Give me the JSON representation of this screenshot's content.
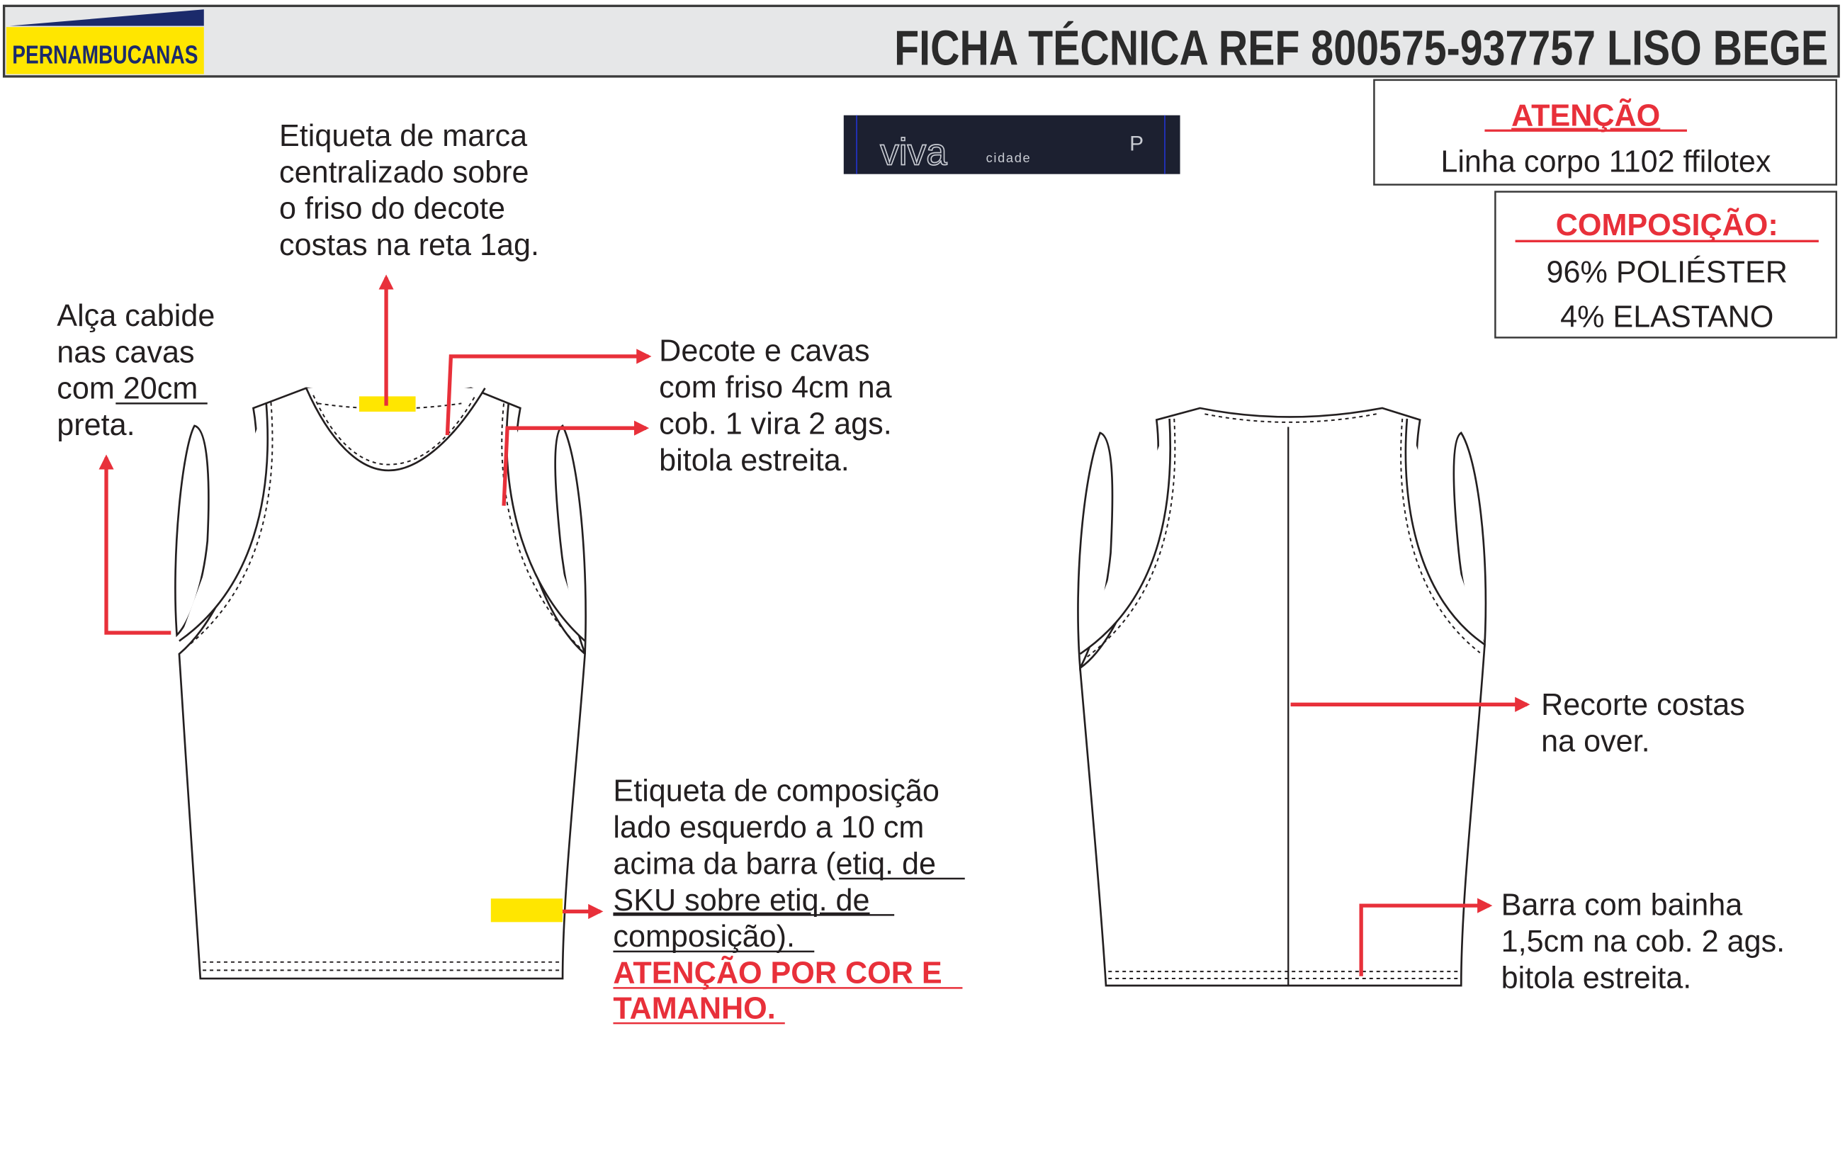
{
  "header": {
    "brand": "PERNAMBUCANAS",
    "title": "FICHA TÉCNICA REF 800575-937757 LISO BEGE"
  },
  "brand_label": {
    "name": "viva",
    "sub": "cidade",
    "size": "P"
  },
  "attention_box": {
    "title": "ATENÇÃO",
    "text": "Linha corpo 1102 ffilotex"
  },
  "composition_box": {
    "title": "COMPOSIÇÃO:",
    "lines": [
      "96% POLIÉSTER",
      "4% ELASTANO"
    ]
  },
  "notes": {
    "brand_label_note": [
      "Etiqueta de marca",
      "centralizado sobre",
      "o friso do decote",
      "costas na reta 1ag."
    ],
    "strap_note": [
      "Alça cabide",
      "nas cavas",
      "com 20cm",
      "preta."
    ],
    "neckline_note": [
      "Decote e cavas",
      "com friso 4cm na",
      "cob. 1 vira 2 ags.",
      "bitola estreita."
    ],
    "composition_label_note": [
      "Etiqueta de composição",
      "lado esquerdo a 10 cm",
      "acima da barra (etiq. de",
      "SKU sobre etiq. de",
      "composição)."
    ],
    "composition_warning": [
      "ATENÇÃO POR COR E",
      "TAMANHO."
    ],
    "back_seam_note": [
      "Recorte costas",
      "na over."
    ],
    "hem_note": [
      "Barra com bainha",
      "1,5cm na cob. 2 ags.",
      "bitola estreita."
    ]
  },
  "colors": {
    "accent_red": "#e8303a",
    "brand_yellow": "#ffe600",
    "brand_blue": "#1b2a6b",
    "header_bg": "#e6e7e8"
  }
}
